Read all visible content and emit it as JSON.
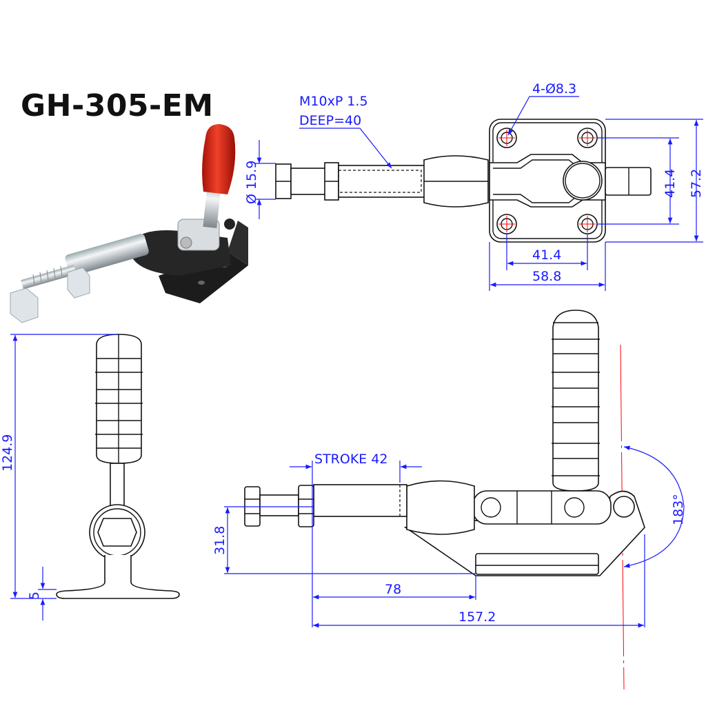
{
  "title": "GH-305-EM",
  "top_view": {
    "thread_label": "M10xP 1.5",
    "depth_label": "DEEP=40",
    "holes_label": "4-Ø8.3",
    "rod_diameter": "Ø 15.9",
    "hole_spacing_vertical": "41.4",
    "base_height": "57.2",
    "hole_spacing_horizontal": "41.4",
    "base_width": "58.8"
  },
  "end_view": {
    "overall_height": "124.9",
    "base_thickness": "5"
  },
  "side_view": {
    "stroke_label": "STROKE 42",
    "spindle_height": "31.8",
    "base_offset": "78",
    "overall_length": "157.2",
    "handle_angle": "183°"
  },
  "colors": {
    "dimension": "#1a1aff",
    "centerline": "#ff0000",
    "grip": "#e8321e",
    "body": "#222222"
  }
}
